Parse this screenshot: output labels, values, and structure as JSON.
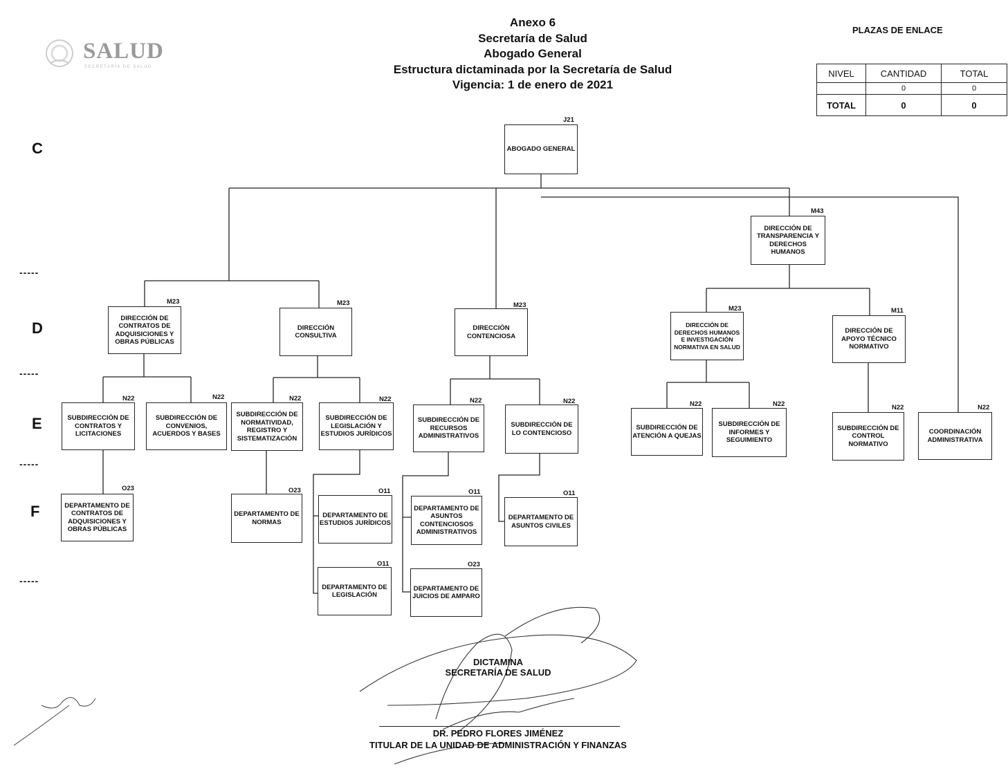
{
  "header": {
    "lines": [
      "Anexo 6",
      "Secretaría de Salud",
      "Abogado General",
      "Estructura dictaminada por la Secretaría de Salud",
      "Vigencia: 1 de enero de 2021"
    ]
  },
  "logo": {
    "text": "SALUD",
    "subtext": "SECRETARÍA DE SALUD"
  },
  "plazas": {
    "title": "PLAZAS DE ENLACE",
    "headers": [
      "NIVEL",
      "CANTIDAD",
      "TOTAL"
    ],
    "row": {
      "nivel": "",
      "cantidad": "0",
      "total": "0"
    },
    "total_row": {
      "label": "TOTAL",
      "cantidad": "0",
      "total": "0"
    }
  },
  "levels": [
    "C",
    "D",
    "E",
    "F"
  ],
  "separator": "-----",
  "nodes": {
    "ag": {
      "label": "ABOGADO GENERAL",
      "code": "J21"
    },
    "dcaop": {
      "label": "DIRECCIÓN DE CONTRATOS DE ADQUISICIONES Y OBRAS PÚBLICAS",
      "code": "M23"
    },
    "dcons": {
      "label": "DIRECCIÓN CONSULTIVA",
      "code": "M23"
    },
    "dcont": {
      "label": "DIRECCIÓN CONTENCIOSA",
      "code": "M23"
    },
    "dtdh": {
      "label": "DIRECCIÓN DE TRANSPARENCIA Y DERECHOS HUMANOS",
      "code": "M43"
    },
    "ddhin": {
      "label": "DIRECCIÓN DE DERECHOS HUMANOS E INVESTIGACIÓN NORMATIVA EN SALUD",
      "code": "M23"
    },
    "datn": {
      "label": "DIRECCIÓN DE APOYO TÉCNICO NORMATIVO",
      "code": "M11"
    },
    "scl": {
      "label": "SUBDIRECCIÓN DE CONTRATOS Y LICITACIONES",
      "code": "N22"
    },
    "scab": {
      "label": "SUBDIRECCIÓN DE CONVENIOS, ACUERDOS Y BASES",
      "code": "N22"
    },
    "snrs": {
      "label": "SUBDIRECCIÓN DE NORMATIVIDAD, REGISTRO Y SISTEMATIZACIÓN",
      "code": "N22"
    },
    "slej": {
      "label": "SUBDIRECCIÓN DE LEGISLACIÓN Y ESTUDIOS JURÍDICOS",
      "code": "N22"
    },
    "sra": {
      "label": "SUBDIRECCIÓN DE RECURSOS ADMINISTRATIVOS",
      "code": "N22"
    },
    "slc": {
      "label": "SUBDIRECCIÓN DE LO CONTENCIOSO",
      "code": "N22"
    },
    "saq": {
      "label": "SUBDIRECCIÓN DE ATENCIÓN A QUEJAS",
      "code": "N22"
    },
    "sis": {
      "label": "SUBDIRECCIÓN DE INFORMES Y SEGUIMIENTO",
      "code": "N22"
    },
    "scn": {
      "label": "SUBDIRECCIÓN DE CONTROL NORMATIVO",
      "code": "N22"
    },
    "cadm": {
      "label": "COORDINACIÓN ADMINISTRATIVA",
      "code": "N22"
    },
    "dcaop2": {
      "label": "DEPARTAMENTO DE CONTRATOS DE ADQUISICIONES Y OBRAS PÚBLICAS",
      "code": "O23"
    },
    "dnor": {
      "label": "DEPARTAMENTO DE NORMAS",
      "code": "O23"
    },
    "dej": {
      "label": "DEPARTAMENTO DE ESTUDIOS JURÍDICOS",
      "code": "O11"
    },
    "dleg": {
      "label": "DEPARTAMENTO DE LEGISLACIÓN",
      "code": "O11"
    },
    "daca": {
      "label": "DEPARTAMENTO DE ASUNTOS CONTENCIOSOS ADMINISTRATIVOS",
      "code": "O11"
    },
    "dja": {
      "label": "DEPARTAMENTO DE JUICIOS DE AMPARO",
      "code": "O23"
    },
    "dac": {
      "label": "DEPARTAMENTO DE ASUNTOS CIVILES",
      "code": "O11"
    }
  },
  "signature": {
    "dictamina": "DICTAMINA",
    "org": "SECRETARÍA DE SALUD",
    "name": "DR. PEDRO FLORES JIMÉNEZ",
    "role": "TITULAR DE LA UNIDAD DE ADMINISTRACIÓN Y FINANZAS"
  }
}
